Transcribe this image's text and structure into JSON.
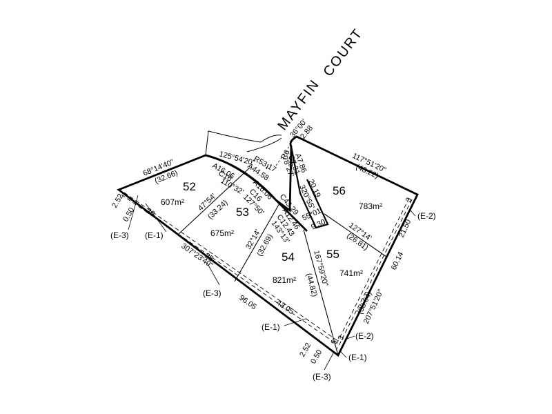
{
  "street": {
    "line1": "MAYFIN",
    "line2": "COURT"
  },
  "lots": [
    {
      "number": "52",
      "area": "607m²"
    },
    {
      "number": "53",
      "area": "675m²"
    },
    {
      "number": "54",
      "area": "821m²"
    },
    {
      "number": "55",
      "area": "741m²"
    },
    {
      "number": "56",
      "area": "783m²"
    }
  ],
  "dimensions": {
    "d_68_14_40": "68°14'40\"",
    "d_32_66": "(32.66)",
    "d_125_54_20": "125°54'20\"",
    "d_r53_17": "R53.17",
    "d_a44_58": "A44.58",
    "d_c43_29": "C43.29",
    "d_a16_06_1": "A16.06",
    "d_c16_1": "C16",
    "d_110_32": "110°32'",
    "d_a16_06_2": "A16.06",
    "d_c16_2": "C16",
    "d_127_50": "127°50'",
    "d_47_54": "47°54'",
    "d_33_24": "(33.24)",
    "d_a12_46": "A12.46",
    "d_c12_43": "C12.43",
    "d_143_13": "143°13'",
    "d_32_14": "32°14'",
    "d_32_69": "(32.69)",
    "d_r6": "R6",
    "d_36_00": "36°00'",
    "d_2_88": "2.88",
    "d_a7_86": "A7.86",
    "d_c7_31": "C7.31",
    "d_78_27": "78°27'",
    "d_117_51_20": "117°51'20\"",
    "d_48_22": "(48.22)",
    "d_20_19": "20.19",
    "d_320_55": "320°55'",
    "d_55_01": "55°01'",
    "d_9_30": "9.30",
    "d_127_14": "127°14'",
    "d_26_81": "(26.81)",
    "d_167_59_20": "167°59'20\"",
    "d_44_82": "(44.82)",
    "d_3_top": "3",
    "d_21_50": "21.50",
    "d_60_14": "60.14",
    "d_38_64": "(38.64)",
    "d_207_51_20": "207°51'20\"",
    "d_2_52_left": "2.52",
    "d_0_50_left": "0.50",
    "d_26": "26",
    "d_307_23_40": "307°23'40\"",
    "d_25": "25",
    "d_96_05": "96.05",
    "d_43_05": "43.05",
    "d_2_52_bottom": "2.52",
    "d_0_50_bottom": "0.50",
    "d_5": "5",
    "d_3_bottom": "3"
  },
  "easements": {
    "e3_left": "(E-3)",
    "e1_left": "(E-1)",
    "e3_mid": "(E-3)",
    "e1_mid": "(E-1)",
    "e3_bottom": "(E-3)",
    "e1_bottom": "(E-1)",
    "e2_right_bottom": "(E-2)",
    "e2_right_top": "(E-2)"
  }
}
